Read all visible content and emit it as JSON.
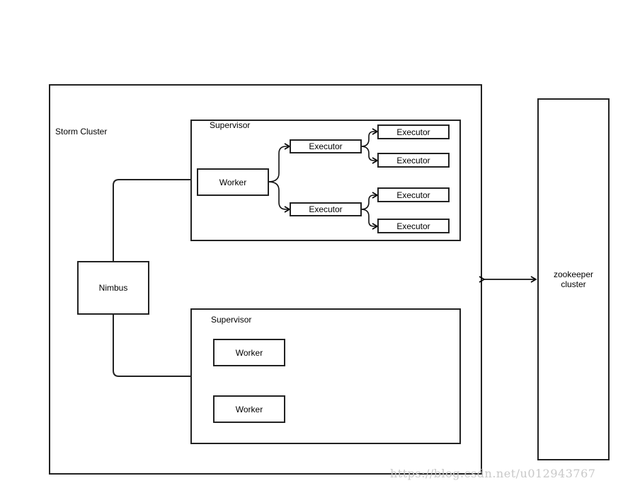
{
  "cluster": {
    "title": "Storm Cluster"
  },
  "nimbus": {
    "label": "Nimbus"
  },
  "supervisor_top": {
    "title": "Supervisor",
    "worker": "Worker",
    "executors": [
      "Executor",
      "Executor"
    ],
    "sub_executors": [
      "Executor",
      "Executor",
      "Executor",
      "Executor"
    ]
  },
  "supervisor_bottom": {
    "title": "Supervisor",
    "workers": [
      "Worker",
      "Worker"
    ]
  },
  "zookeeper": {
    "label": "zookeeper\ncluster"
  },
  "watermark": "https://blog.csdn.net/u012943767"
}
